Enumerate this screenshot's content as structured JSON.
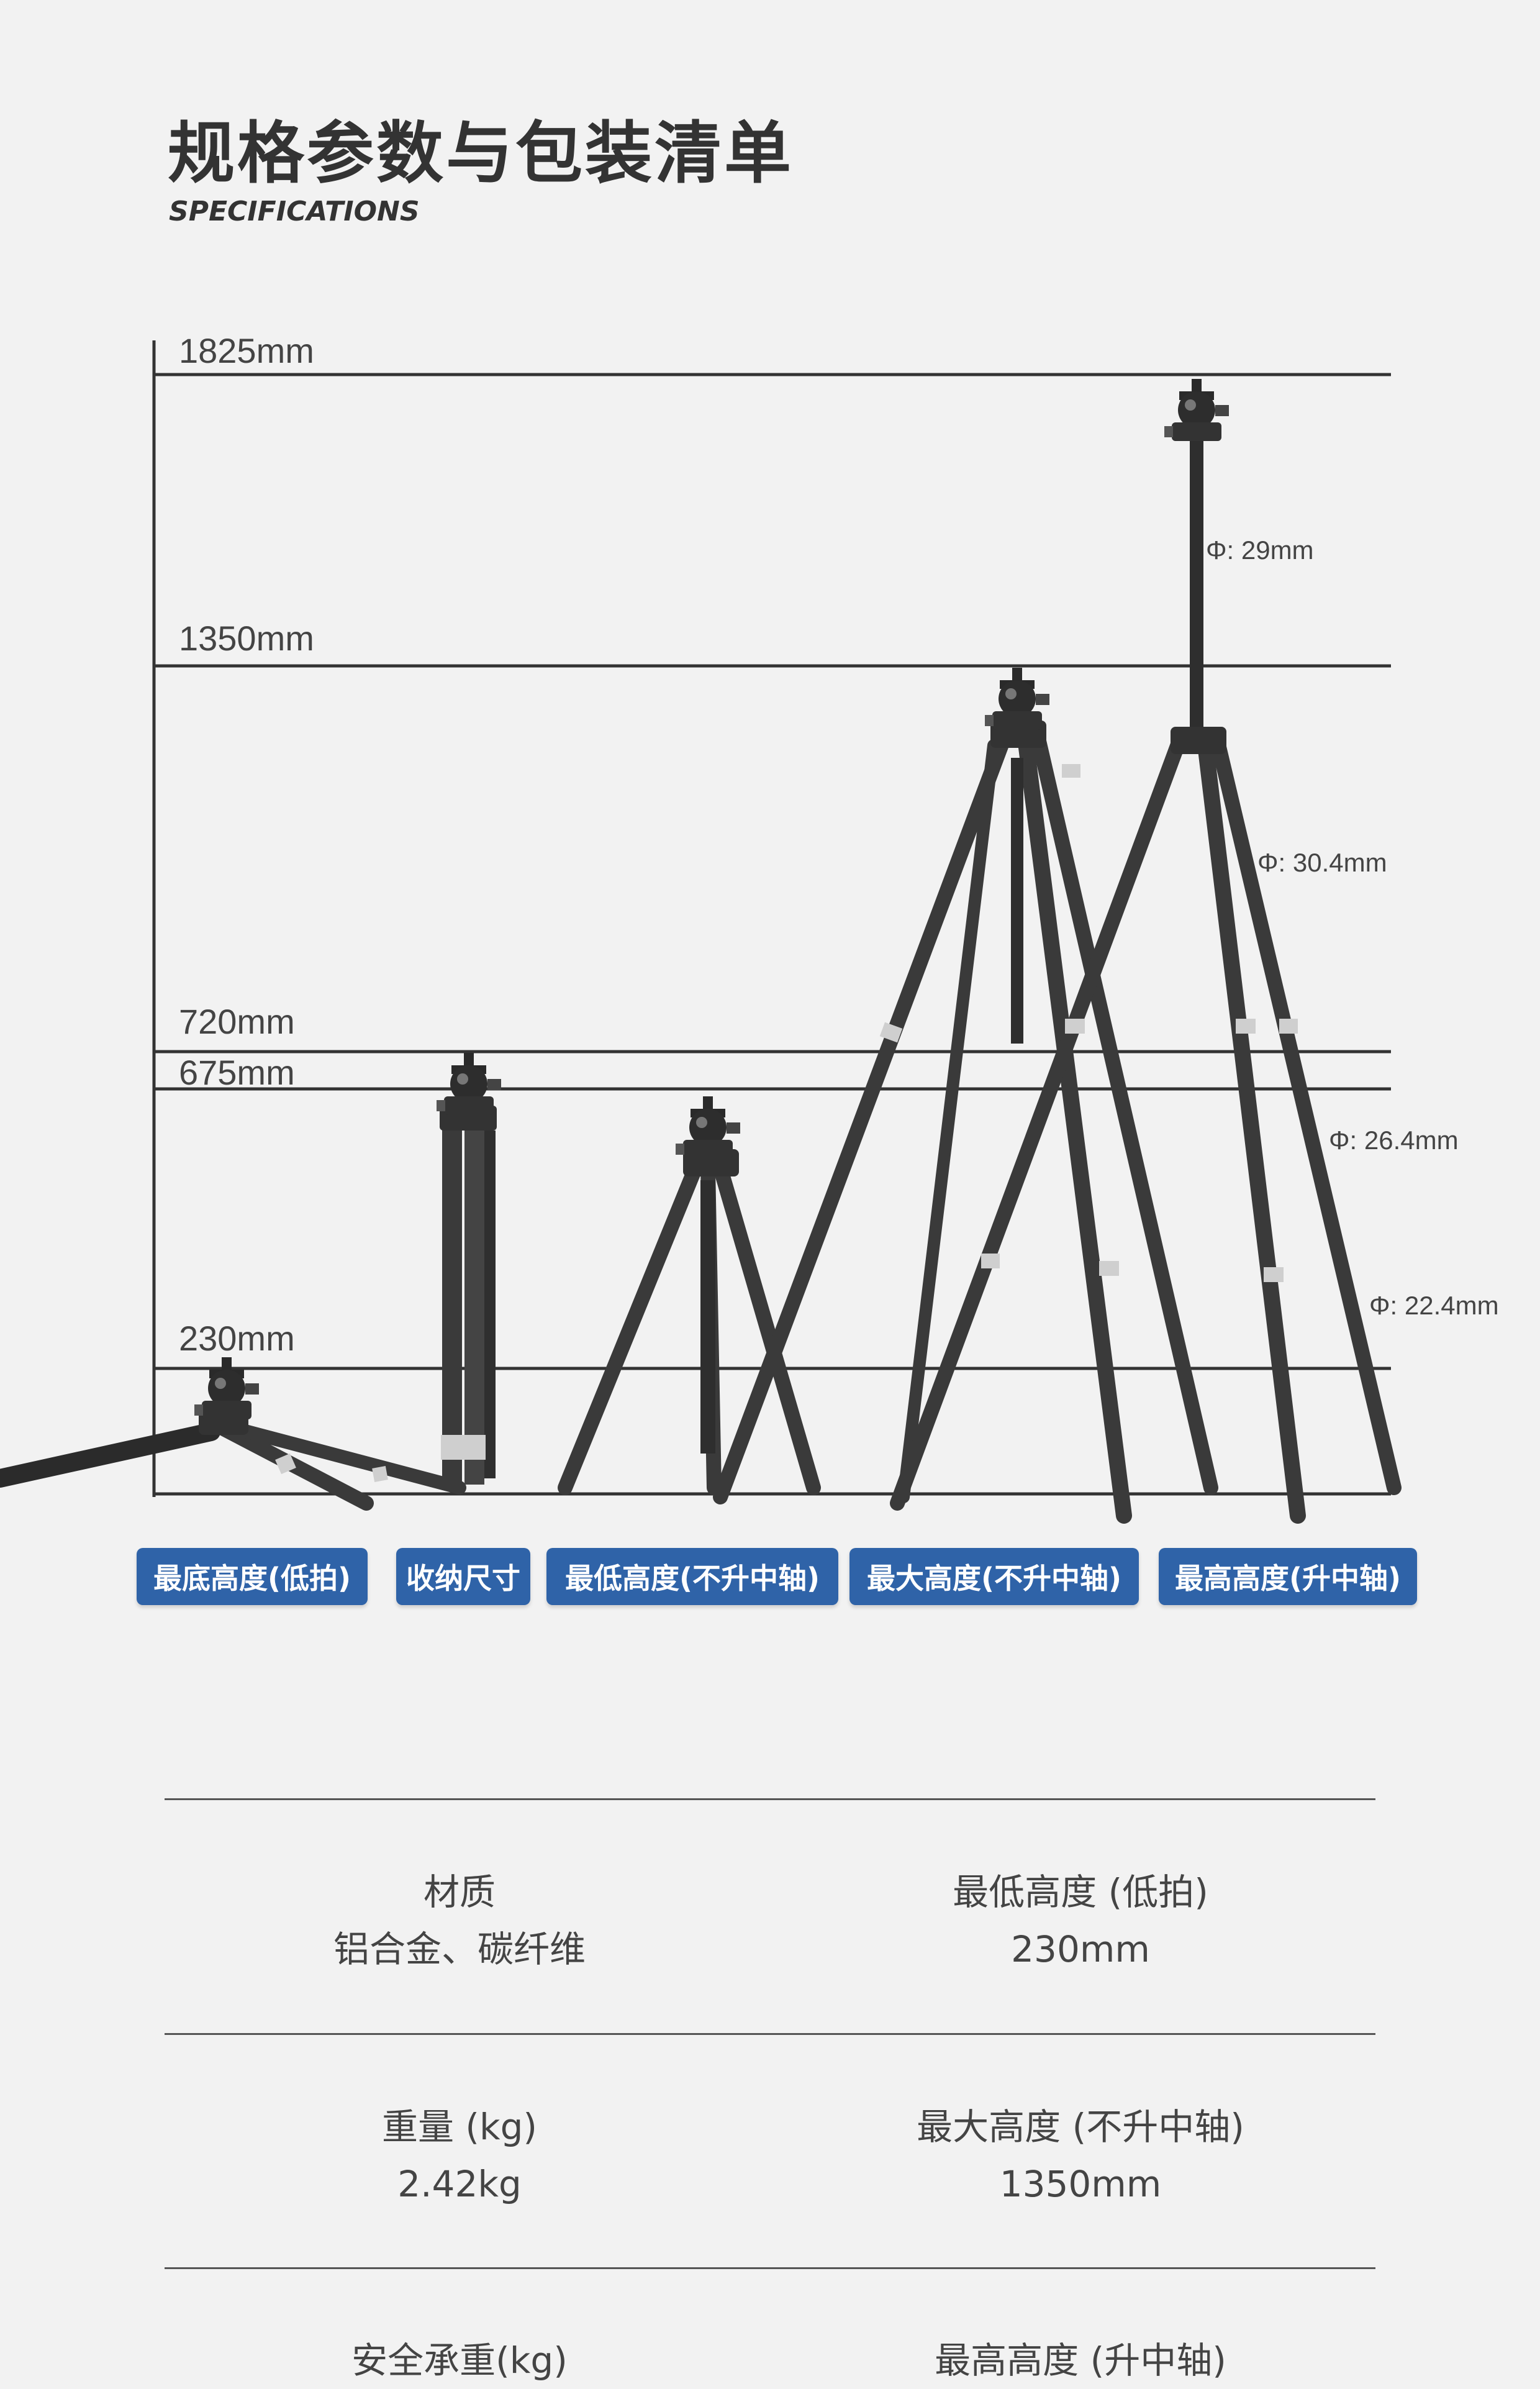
{
  "header": {
    "title": "规格参数与包装清单",
    "subtitle": "SPECIFICATIONS"
  },
  "diagram": {
    "height_labels": [
      "1825mm",
      "1350mm",
      "720mm",
      "675mm",
      "230mm"
    ],
    "diameter_labels": [
      "Φ: 29mm",
      "Φ: 30.4mm",
      "Φ: 26.4mm",
      "Φ: 22.4mm"
    ],
    "tags": [
      "最底高度(低拍)",
      "收纳尺寸",
      "最低高度(不升中轴)",
      "最大高度(不升中轴)",
      "最高高度(升中轴)"
    ],
    "colors": {
      "tag_background": "#2f63a8",
      "line": "#333333",
      "tube": "#3a3a3a",
      "accent": "#cfcfcf"
    }
  },
  "specs": [
    {
      "label": "材质",
      "value": "铝合金、碳纤维"
    },
    {
      "label": "最低高度 (低拍)",
      "value": "230mm"
    },
    {
      "label": "重量 (kg)",
      "value": "2.42kg"
    },
    {
      "label": "最大高度 (不升中轴)",
      "value": "1350mm"
    },
    {
      "label": "安全承重(kg)",
      "value": ""
    },
    {
      "label": "最高高度 (升中轴)",
      "value": ""
    }
  ]
}
